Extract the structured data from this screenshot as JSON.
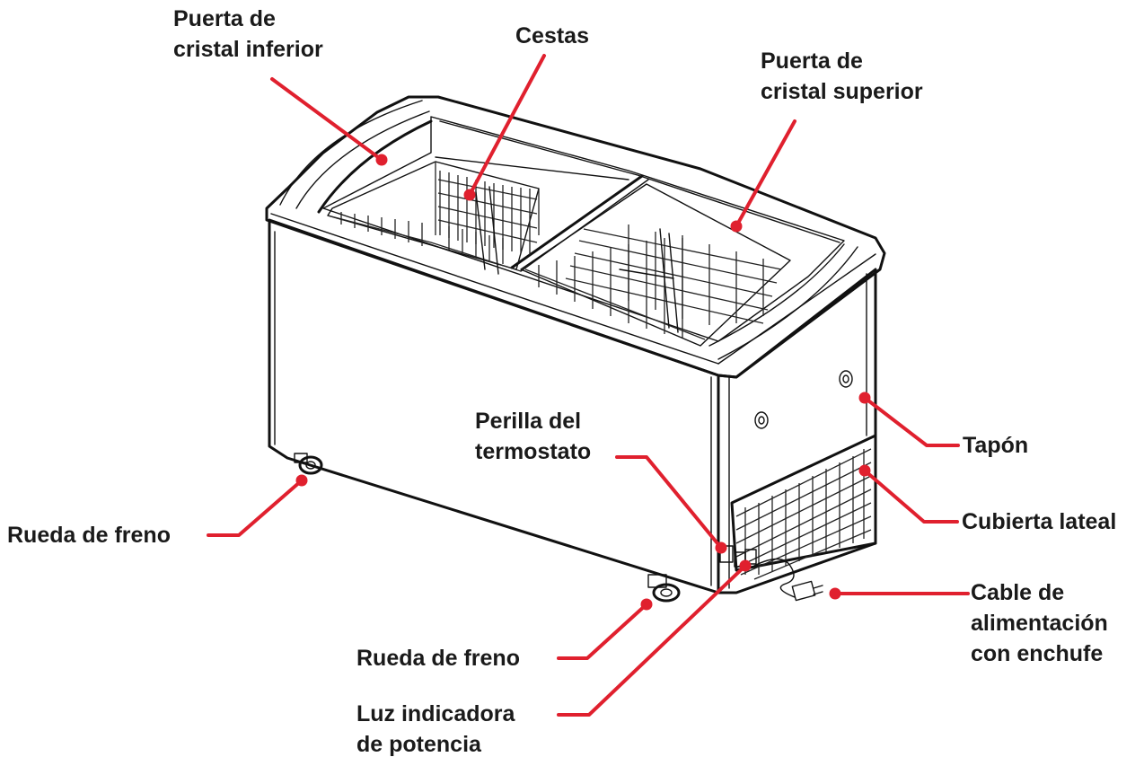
{
  "colors": {
    "leader": "#e0202e",
    "outline": "#111111",
    "text": "#1a1a1a"
  },
  "labels": {
    "lower_glass_door": [
      "Puerta de",
      "cristal inferior"
    ],
    "baskets": [
      "Cestas"
    ],
    "upper_glass_door": [
      "Puerta de",
      "cristal superior"
    ],
    "thermostat_knob": [
      "Perilla del",
      "termostato"
    ],
    "plug": [
      "Tapón"
    ],
    "side_cover": [
      "Cubierta lateal"
    ],
    "brake_wheel_left": [
      "Rueda de freno"
    ],
    "brake_wheel_front": [
      "Rueda de freno"
    ],
    "power_cord": [
      "Cable de",
      "alimentación",
      "con enchufe"
    ],
    "power_light": [
      "Luz indicadora",
      "de potencia"
    ]
  }
}
